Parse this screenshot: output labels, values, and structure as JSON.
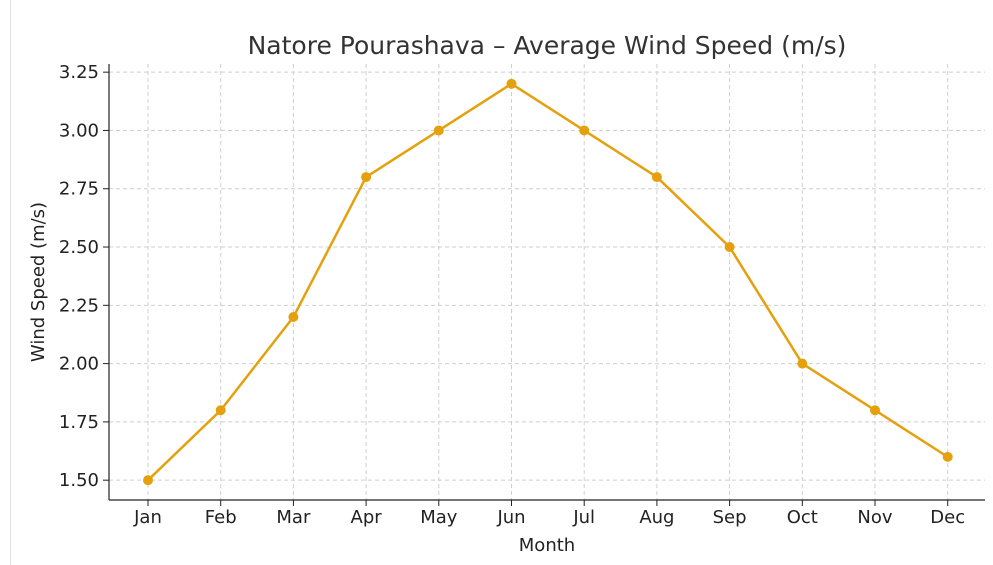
{
  "chart_data": {
    "type": "line",
    "title": "Natore Pourashava – Average Wind Speed (m/s)",
    "xlabel": "Month",
    "ylabel": "Wind Speed (m/s)",
    "categories": [
      "Jan",
      "Feb",
      "Mar",
      "Apr",
      "May",
      "Jun",
      "Jul",
      "Aug",
      "Sep",
      "Oct",
      "Nov",
      "Dec"
    ],
    "values": [
      1.5,
      1.8,
      2.2,
      2.8,
      3.0,
      3.2,
      3.0,
      2.8,
      2.5,
      2.0,
      1.8,
      1.6
    ],
    "y_ticks": [
      "1.50",
      "1.75",
      "2.00",
      "2.25",
      "2.50",
      "2.75",
      "3.00",
      "3.25"
    ],
    "ylim": [
      1.415,
      3.285
    ],
    "grid": true,
    "line_color": "#e5a00d"
  }
}
